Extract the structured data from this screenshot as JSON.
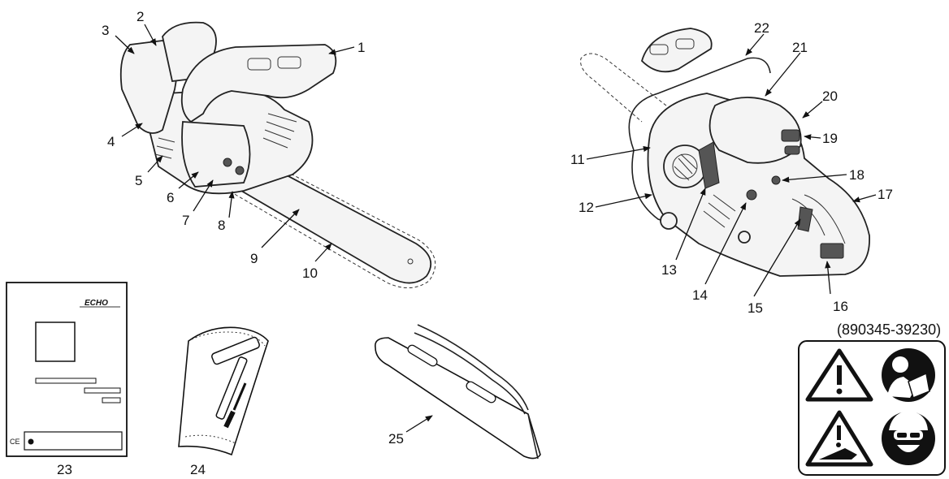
{
  "callouts": {
    "c1": "1",
    "c2": "2",
    "c3": "3",
    "c4": "4",
    "c5": "5",
    "c6": "6",
    "c7": "7",
    "c8": "8",
    "c9": "9",
    "c10": "10",
    "c11": "11",
    "c12": "12",
    "c13": "13",
    "c14": "14",
    "c15": "15",
    "c16": "16",
    "c17": "17",
    "c18": "18",
    "c19": "19",
    "c20": "20",
    "c21": "21",
    "c22": "22",
    "c23": "23",
    "c24": "24",
    "c25": "25"
  },
  "label_part_number": "(890345-39230)",
  "manual": {
    "brand": "ECHO",
    "mark": "CE"
  }
}
